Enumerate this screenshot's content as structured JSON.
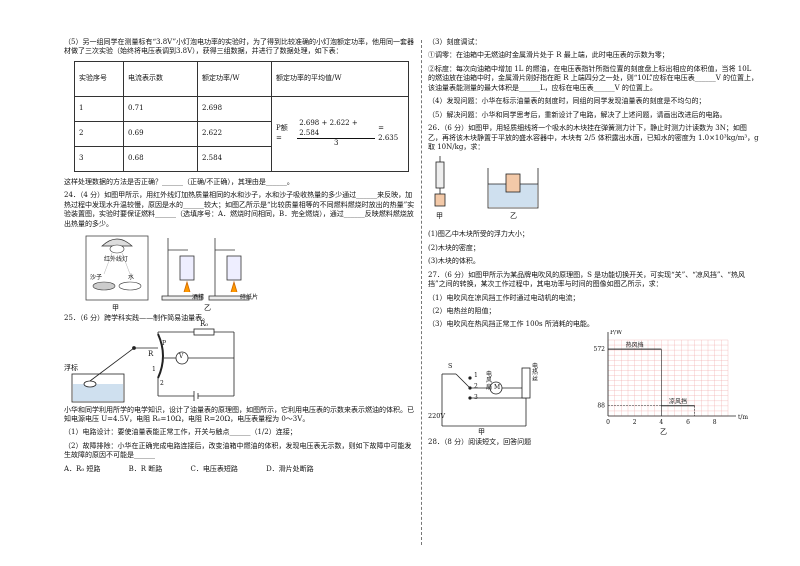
{
  "left": {
    "q5_intro": "（5）另一组同学在测量标有“3.8V”小灯泡电功率的实验时，为了得到比较准确的小灯泡额定功率，他用同一套器材做了三次实验（始终将电压表调到3.8V），获得三组数据，并进行了数据处理，如下表：",
    "table": {
      "headers": [
        "实验序号",
        "电流表示数",
        "额定功率/W",
        "额定功率的平均值/W"
      ],
      "rows": [
        [
          "1",
          "0.71",
          "2.698"
        ],
        [
          "2",
          "0.69",
          "2.622"
        ],
        [
          "3",
          "0.68",
          "2.584"
        ]
      ],
      "formula_prefix": "P额 = ",
      "formula_num": "2.698 + 2.622 + 2.584",
      "formula_den": "3",
      "formula_result": "= 2.635"
    },
    "q5_after": "这样处理数据的方法是否正确？______（正确/不正确），其理由是______。",
    "q24_text": "24．（4 分）如图甲所示，用红外线灯加热质量相同的水和沙子，水和沙子吸收热量的多少通过______来反映，加热过程中发现水升温较慢，原因是水的______较大；如图乙所示是“比较质量相等的不同燃料燃烧时放出的热量”实验装置图，实验时要保证燃料______（选填序号：A．燃烧时间相同，B．完全燃烧），通过______反映燃料燃烧放出热量的多少。",
    "fig24": {
      "lamp_label": "红外线灯",
      "sand_label": "沙子",
      "water_label": "水",
      "alcohol_label": "酒精",
      "paper_label": "碎纸片",
      "jia": "甲",
      "yi": "乙"
    },
    "q25_title": "25．（6 分）跨学科实践——制作简易油量表。",
    "fig25": {
      "float_label": "浮标",
      "r0_label": "R₀",
      "r_label": "R",
      "v_label": "V",
      "p_label": "P",
      "t1": "1",
      "t2": "2"
    },
    "q25_text": "小华和同学利用所学的电学知识，设计了油量表的原理图，如图所示，它利用电压表的示数来表示燃油的体积。已知电源电压 U=4.5V，电阻 R₀=10Ω，电阻 R=20Ω，电压表量程为 0～3V。",
    "q25_1": "（1）电路设计：要使油量表能正常工作，开关与触点______（1/2）连接；",
    "q25_2": "（2）故障排除：小华在正确完成电路连接后，改变油箱中燃油的体积，发现电压表无示数，则如下故障中可能发生故障的原因不可能是______",
    "q25_opts": [
      "A．R₀ 短路",
      "B．R 断路",
      "C．电压表短路",
      "D．滑片处断路"
    ]
  },
  "right": {
    "r3": "（3）刻度调试：",
    "r3_1": "①调零：在油箱中无燃油时金属滑片处于 R 最上端，此时电压表的示数为零；",
    "r3_2": "②标度：每次向油箱中增加 1L 的燃油，在电压表指针所指位置的刻度盘上标出相应的体积值，当将 10L 的燃油放在油箱中时，金属滑片刚好指在距 R 上端四分之一处，则“10L”应标在电压表______V 的位置上，该油量表能测量的最大体积是______L，应标在电压表______V 的位置上。",
    "r4": "（4）发现问题：小华在标示油量表的刻度时，同组的同学发现油量表的刻度是不均匀的；",
    "r5": "（5）解决问题：小华和同学思考后，重新设计了电路，解决了上述问题，请画出改进后的电路。",
    "q26_text": "26．（6 分）如图甲，用轻质细线将一个吸水的木块挂在弹簧测力计下，静止时测力计读数为 3N；如图乙，再将该木块静置于平放的盛水容器中，木块有 2/5 体积露出水面，已知水的密度为 1.0×10³kg/m³，g 取 10N/kg，求：",
    "fig26": {
      "jia": "甲",
      "yi": "乙"
    },
    "q26_1": "(1)图乙中木块所受的浮力大小；",
    "q26_2": "(2)木块的密度；",
    "q26_3": "(3)木块的体积。",
    "q27_text": "27．（6 分）如图甲所示为某品牌电吹风的原理图，S 是功能切换开关，可实现“关”、“凉风挡”、“热风挡”之间的转换，某次工作过程中，其电功率与时间的图像如图乙所示，求：",
    "q27_1": "（1）电吹风在凉风挡工作时通过电动机的电流；",
    "q27_2": "（2）电热丝的阻值；",
    "q27_3": "（3）电吹风在热风挡正常工作 100s 所消耗的电能。",
    "fig27": {
      "voltage": "220V",
      "s": "S",
      "s1": "1",
      "s2": "2",
      "s3": "3",
      "motor_label": "电风扇",
      "motor_symbol": "M",
      "heater_label": "电热丝",
      "jia": "甲",
      "yi": "乙"
    },
    "q28": "28．（8 分）阅读短文，回答问题"
  },
  "chart_data": {
    "type": "line",
    "title": "",
    "xlabel": "t/min",
    "ylabel": "P/W",
    "x_ticks": [
      0,
      2,
      4,
      6,
      8
    ],
    "y_ticks": [
      88,
      572
    ],
    "xlim": [
      0,
      9
    ],
    "ylim": [
      0,
      650
    ],
    "segments": [
      {
        "name": "热风挡",
        "x": [
          0,
          4
        ],
        "y": [
          572,
          572
        ]
      },
      {
        "name": "凉风挡",
        "x": [
          4,
          6.5
        ],
        "y": [
          88,
          88
        ]
      }
    ],
    "annotations": [
      "热风挡",
      "凉风挡"
    ],
    "grid": true
  }
}
